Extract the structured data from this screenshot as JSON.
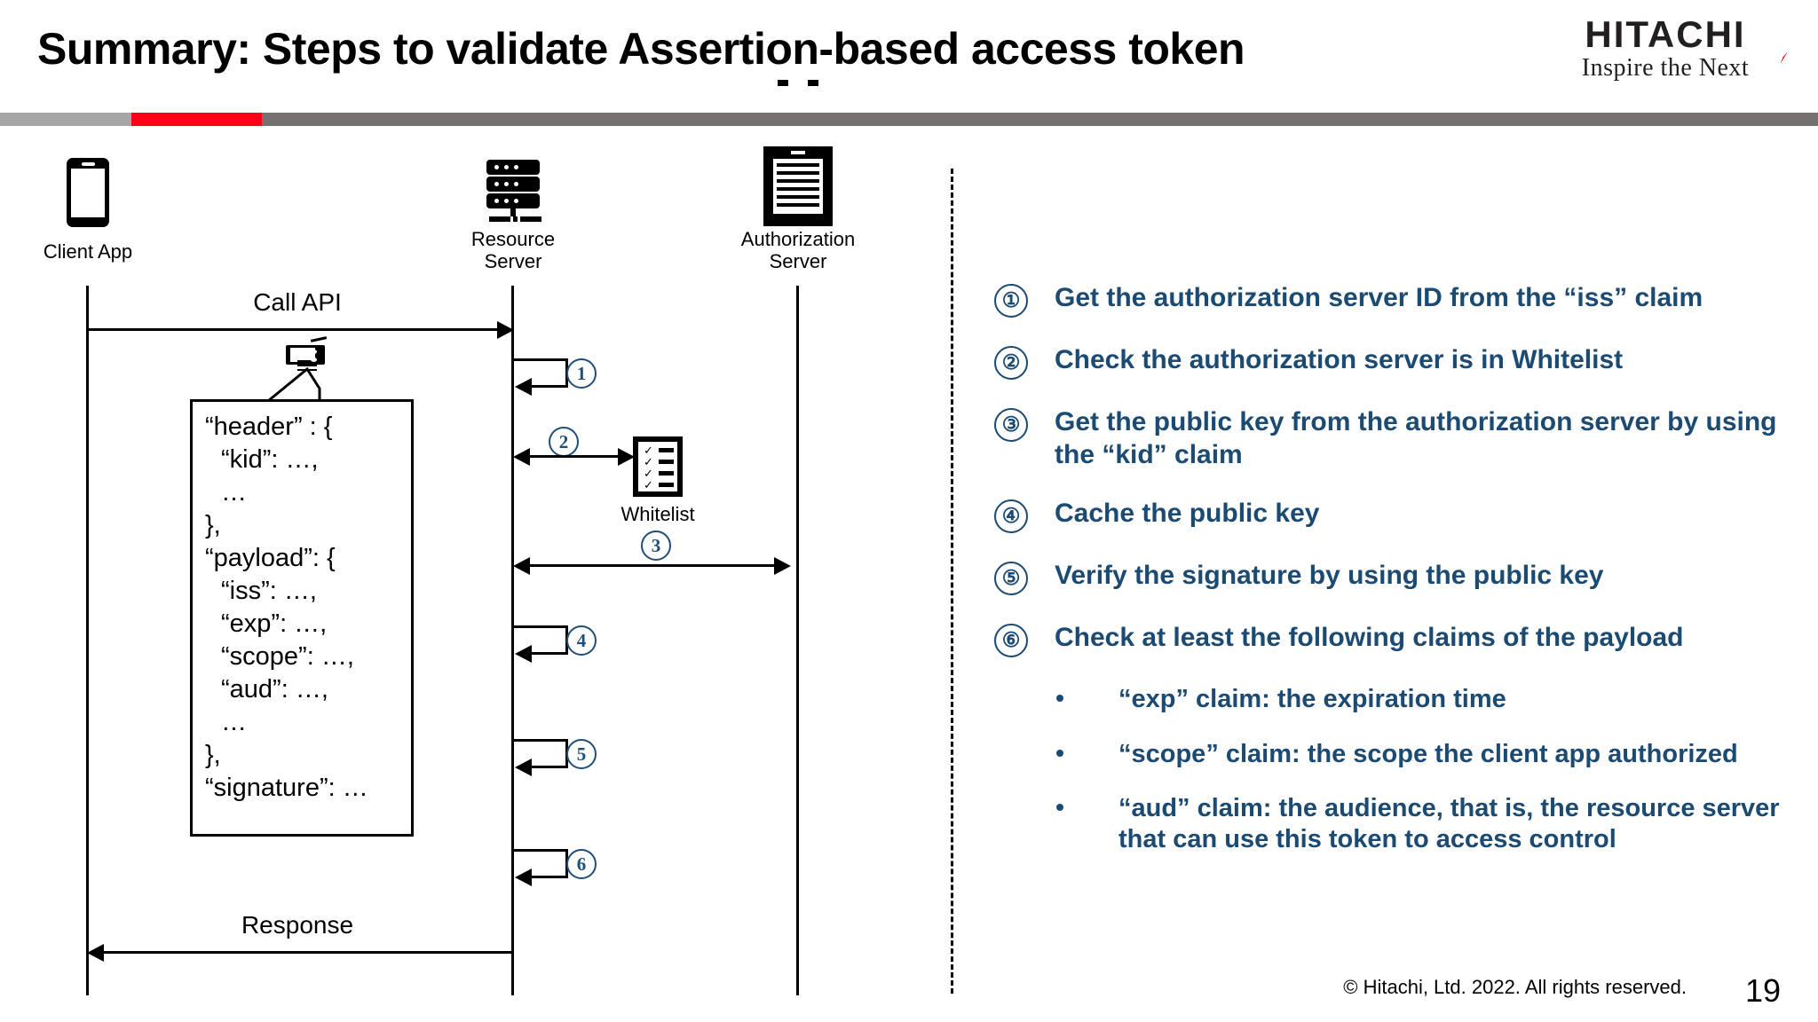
{
  "header": {
    "title": "Summary: Steps to validate Assertion-based access token",
    "logo_name": "HITACHI",
    "logo_tagline": "Inspire the Next",
    "rule_colors": {
      "left": "#a6a6a6",
      "red": "#ff0014",
      "right": "#767171"
    }
  },
  "accent_color": "#1b4a73",
  "diagram": {
    "nodes": [
      {
        "id": "client",
        "label": "Client App",
        "icon": "mobile-phone-icon"
      },
      {
        "id": "rs",
        "label": "Resource\nServer",
        "icon": "rack-server-icon"
      },
      {
        "id": "as",
        "label": "Authorization\nServer",
        "icon": "mainframe-server-icon"
      },
      {
        "id": "wl",
        "label": "Whitelist",
        "icon": "checklist-icon"
      }
    ],
    "node_labels": {
      "client": "Client App",
      "rs_line1": "Resource",
      "rs_line2": "Server",
      "as_line1": "Authorization",
      "as_line2": "Server",
      "whitelist": "Whitelist"
    },
    "messages": [
      {
        "id": "call-api",
        "label": "Call API",
        "from": "client",
        "to": "rs",
        "dir": "right"
      },
      {
        "id": "step1",
        "label": "①",
        "from": "rs",
        "to": "rs",
        "dir": "self"
      },
      {
        "id": "step2",
        "label": "②",
        "from": "rs",
        "to": "wl",
        "dir": "both"
      },
      {
        "id": "step3",
        "label": "③",
        "from": "rs",
        "to": "as",
        "dir": "both"
      },
      {
        "id": "step4",
        "label": "④",
        "from": "rs",
        "to": "rs",
        "dir": "self"
      },
      {
        "id": "step5",
        "label": "⑤",
        "from": "rs",
        "to": "rs",
        "dir": "self"
      },
      {
        "id": "step6",
        "label": "⑥",
        "from": "rs",
        "to": "rs",
        "dir": "self"
      },
      {
        "id": "response",
        "label": "Response",
        "from": "rs",
        "to": "client",
        "dir": "left"
      }
    ],
    "step_markers": [
      "1",
      "2",
      "3",
      "4",
      "5",
      "6"
    ],
    "token_icon_name": "access-token-ticket-icon",
    "json_callout": {
      "lines": [
        "“header” : {",
        "“kid”: …,",
        "…",
        "},",
        "“payload”: {",
        "“iss”: …,",
        "“exp”: …,",
        "“scope”: …,",
        "“aud”: …,",
        "…",
        "},",
        "“signature”: …"
      ]
    }
  },
  "steps_panel": {
    "items": [
      {
        "num": "①",
        "text": "Get the authorization server ID from the “iss” claim"
      },
      {
        "num": "②",
        "text": "Check the authorization server is in Whitelist"
      },
      {
        "num": "③",
        "text": "Get the public key from the authorization server by using the “kid” claim"
      },
      {
        "num": "④",
        "text": "Cache the public key"
      },
      {
        "num": "⑤",
        "text": "Verify the signature by using the public key"
      },
      {
        "num": "⑥",
        "text": "Check at least the following claims of the payload"
      }
    ],
    "sub_items": [
      {
        "text": "“exp” claim: the expiration time"
      },
      {
        "text": "“scope” claim: the scope the client app authorized"
      },
      {
        "text": "“aud” claim: the audience, that is, the resource server that can use this token to access control"
      }
    ]
  },
  "footer": {
    "copyright": "© Hitachi, Ltd. 2022. All rights reserved.",
    "page_number": "19"
  }
}
